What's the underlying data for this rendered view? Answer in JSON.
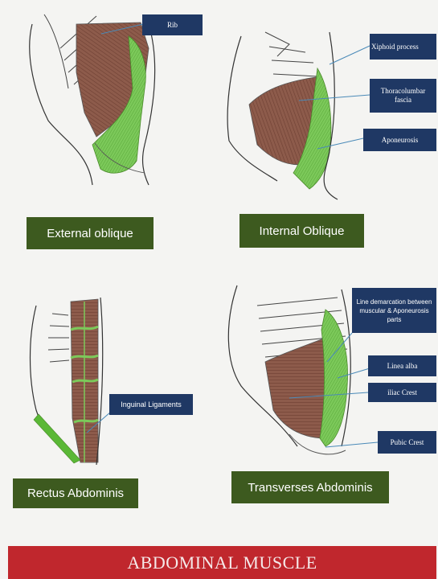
{
  "title": "ABDOMINAL MUSCLE",
  "captions": {
    "external_oblique": "External oblique",
    "internal_oblique": "Internal Oblique",
    "rectus_abdominis": "Rectus Abdominis",
    "transverses_abdominis": "Transverses Abdominis"
  },
  "labels": {
    "rib": "Rib",
    "xiphoid": "Xiphoid process",
    "thoracolumbar": "Thoracolumbar\nfascia",
    "aponeurosis": "Aponeurosis",
    "line_demarcation": "Line demarcation between\nmuscular & Aponeurosis\nparts",
    "linea_alba": "Linea alba",
    "iliac_crest": "iliac Crest",
    "inguinal": "Inguinal Ligaments",
    "pubic_crest": "Pubic Crest"
  },
  "colors": {
    "muscle": "#8a5a4a",
    "aponeurosis": "#6fbf4a",
    "label_box": "#1f3864",
    "caption_box": "#3d5a1f",
    "footer": "#c0272d"
  }
}
